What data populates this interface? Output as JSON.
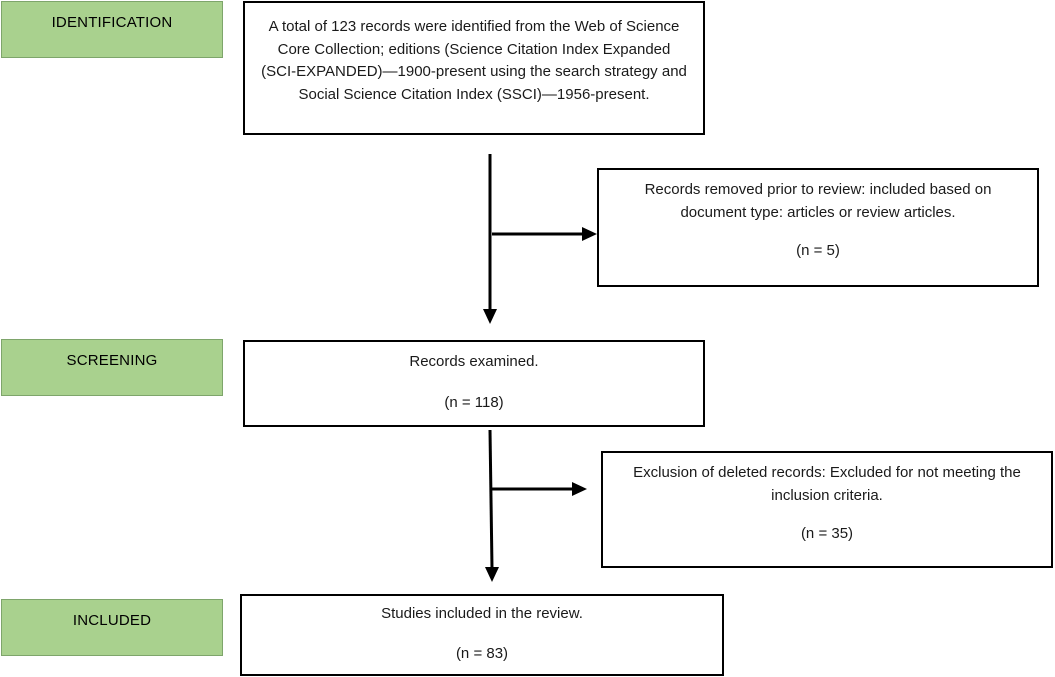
{
  "stages": {
    "identification": "IDENTIFICATION",
    "screening": "SCREENING",
    "included": "INCLUDED"
  },
  "boxes": {
    "identification": {
      "line1": "A total of 123 records were identified from the Web of Science",
      "line2": "Core Collection; editions (Science Citation Index Expanded",
      "line3": "(SCI-EXPANDED)—1900-present using the search strategy and",
      "line4": "Social Science Citation Index (SSCI)—1956-present."
    },
    "removed": {
      "line1": "Records removed prior to review: included based on",
      "line2": "document type: articles or review articles.",
      "count": "(n = 5)"
    },
    "examined": {
      "text": "Records examined.",
      "count": "(n = 118)"
    },
    "excluded": {
      "line1": "Exclusion of deleted records: Excluded for not meeting the",
      "line2": "inclusion criteria.",
      "count": "(n = 35)"
    },
    "included": {
      "text": "Studies included in the review.",
      "count": "(n = 83)"
    }
  },
  "colors": {
    "stage_fill": "#a9d18e",
    "stage_border": "#7ea56b",
    "box_border": "#000000",
    "arrow": "#000000"
  }
}
